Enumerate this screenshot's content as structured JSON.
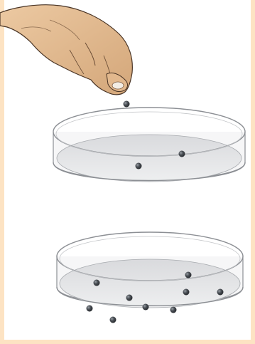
{
  "colors": {
    "background": "#fde3c3",
    "panel": "#ffffff",
    "skin": "#e6bf95",
    "skin_shadow": "#c89a6c",
    "skin_outline": "#4a3526",
    "fingernail": "#f3ede4",
    "dish_rim": "#8c8f94",
    "dish_inner_fill": "#e3e4e6",
    "dish_highlight": "#f6f6f7",
    "bead": "#3d4147",
    "bead_highlight": "#9aa0a6"
  },
  "scene": {
    "hand": "hand-pinch",
    "upper_dish_beads": 2,
    "falling_beads": 1,
    "lower_dish_beads": 9
  }
}
